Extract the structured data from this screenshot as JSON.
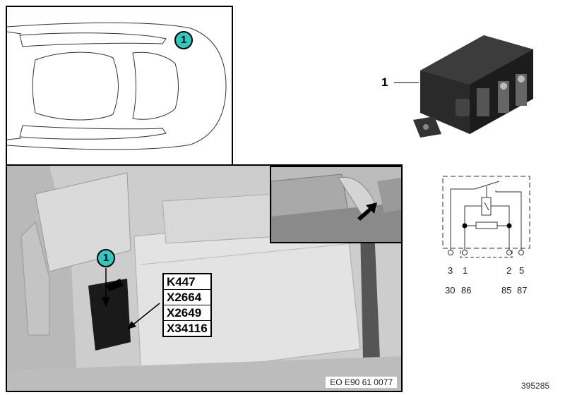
{
  "car_view": {
    "callout": "1"
  },
  "photo": {
    "callout": "1",
    "labels": [
      "K447",
      "X2664",
      "X2649",
      "X34116"
    ],
    "reference_code": "EO E90 61 0077"
  },
  "relay": {
    "part_label": "1"
  },
  "schematic": {
    "pin_numbers": [
      "3",
      "1",
      "2",
      "5"
    ],
    "terminal_numbers": [
      "30",
      "86",
      "85",
      "87"
    ]
  },
  "diagram_id": "395285",
  "colors": {
    "callout": "#2fc9c0",
    "photo_bg": "#cfcfcf"
  }
}
